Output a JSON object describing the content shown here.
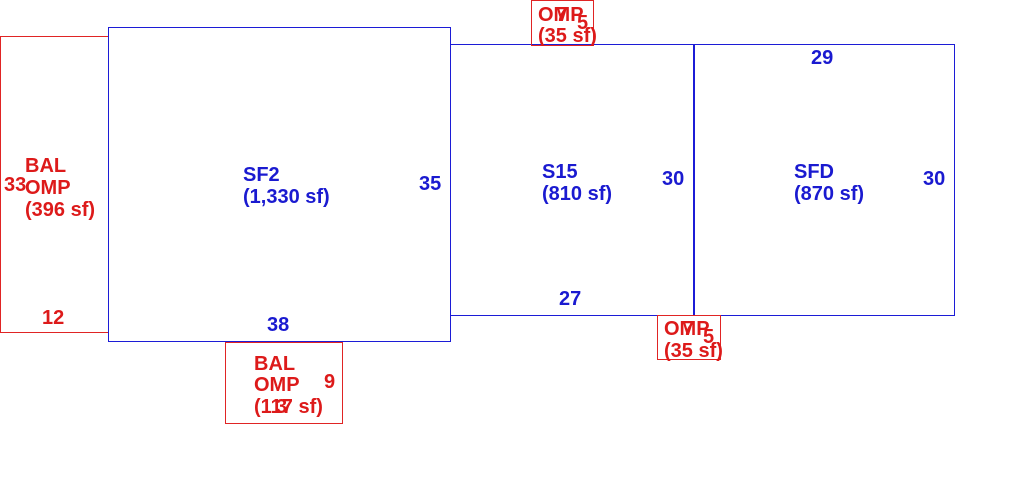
{
  "colors": {
    "main_area": "#1a1ad0",
    "addition_area": "#dd1a1a",
    "background": "#ffffff"
  },
  "areas": {
    "sf2": {
      "code": "SF2",
      "area": "(1,330 sf)",
      "right_dim": "35",
      "bottom_dim": "38"
    },
    "s15": {
      "code": "S15",
      "area": "(810 sf)",
      "right_dim": "30",
      "bottom_dim": "27"
    },
    "sfd": {
      "code": "SFD",
      "area": "(870 sf)",
      "top_dim": "29",
      "right_dim": "30"
    },
    "bal_omp_left": {
      "code1": "BAL",
      "code2": "OMP",
      "area": "(396 sf)",
      "side_dim": "33",
      "bottom_dim": "12"
    },
    "bal_omp_bottom": {
      "code1": "BAL",
      "code2": "OMP",
      "area": "(117 sf)",
      "overlap_digit": "3",
      "side_dim": "9"
    },
    "omp_top": {
      "code": "OMP",
      "area": "(35 sf)",
      "overlap_digit_a": "7",
      "overlap_digit_b": "5"
    },
    "omp_bottom": {
      "code": "OMP",
      "area": "(35 sf)",
      "overlap_digit_a": "7",
      "overlap_digit_b": "5"
    }
  }
}
